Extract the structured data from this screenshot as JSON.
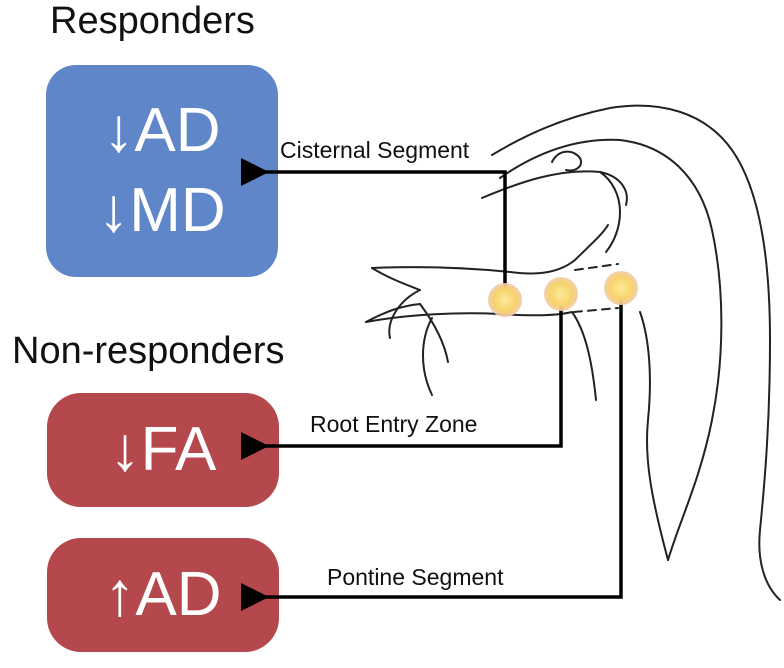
{
  "headings": {
    "responders": "Responders",
    "non_responders": "Non-responders"
  },
  "boxes": {
    "responders": {
      "lines": [
        "↓AD",
        "↓MD"
      ],
      "color": "#5e86c9"
    },
    "fa": {
      "text": "↓FA",
      "color": "#b5484c"
    },
    "ad": {
      "text": "↑AD",
      "color": "#b5484c"
    }
  },
  "segments": {
    "cisternal": "Cisternal Segment",
    "root_entry": "Root Entry Zone",
    "pontine": "Pontine Segment"
  },
  "marker_color": "#f7d36b"
}
